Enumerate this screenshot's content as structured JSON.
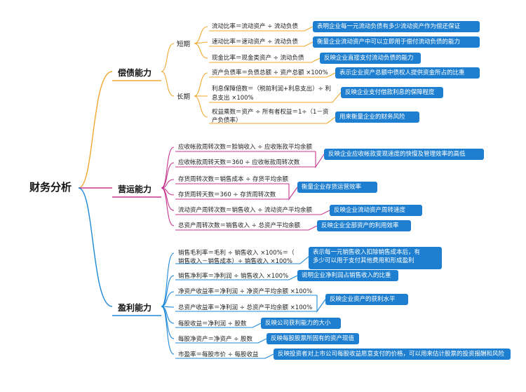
{
  "root": "财务分析",
  "categories": {
    "solvency": "偿债能力",
    "operating": "营运能力",
    "profitability": "盈利能力"
  },
  "subcats": {
    "short": "短期",
    "long": "长期"
  },
  "solvency": {
    "short": [
      {
        "formula": "流动比率＝流动资产 ÷ 流动负债",
        "desc": "表明企业每一元流动负债有多少流动资产作为偿还保证"
      },
      {
        "formula": "速动比率＝速动资产 ÷ 流动负债",
        "desc": "衡量企业流动资产中可以立即用于偿付流动负债的能力"
      },
      {
        "formula": "现金比率＝现金类资产 ÷ 流动负债",
        "desc": "反映企业直接支付流动负债的能力"
      }
    ],
    "long": [
      {
        "formula": "资产负债率＝负债总额 ÷ 资产总额 ×100%",
        "desc": "表示企业资产总额中债权人提供资金所占的比重"
      },
      {
        "formula_l1": "利息保障倍数＝（税前利润+利息支出）÷ 利",
        "formula_l2": "息支出 ×100%",
        "desc": "反映企业支付借款利息的保障程度"
      },
      {
        "formula_l1": "权益乘数＝资产 ÷ 所有者权益＝1÷（1－资",
        "formula_l2": "产负债率）",
        "desc": "用来衡量企业的财务风险"
      }
    ]
  },
  "operating": {
    "items": [
      {
        "formula": "应收帐款周转次数＝赊销收入 ÷ 应收账款平均余额"
      },
      {
        "formula": "应收帐款周转天数＝360 ÷ 应收帐款周转次数"
      },
      {
        "formula": "存货周转次数＝销售成本 ÷ 存货平均余额"
      },
      {
        "formula": "存货周转天数＝360 ÷ 存货周转次数"
      },
      {
        "formula": "流动资产周转次数＝销售收入 ÷ 流动资产平均余额"
      },
      {
        "formula": "总资产周转次数＝销售收入 ÷ 总资产平均余额"
      }
    ],
    "desc1": "反映企业应收帐款变现速度的快慢及管理效率的高低",
    "desc2": "衡量企业存货运营效率",
    "desc3": "反映企业流动资产周转速度",
    "desc4": "反映企业全部资产的利用效率"
  },
  "profitability": {
    "gross_l1": "销售毛利率＝毛利 ÷ 销售收入 ×100%＝（",
    "gross_l2": "销售收入－销售成本）÷ 销售收入 ×100%",
    "gross_desc_l1": "表示每一元销售收入扣除销售成本后，有",
    "gross_desc_l2": "多少可以用于支付其他费用和形成盈利",
    "net_margin": "销售净利率＝净利润 ÷ 销售收入 ×100%",
    "net_margin_desc": "说明企业净利润占销售收入的比重",
    "roe": "净资产收益率＝净利润 ÷ 净资产平均余额 ×100%",
    "roa": "总资产收益率＝净利润 ÷ 总资产平均余额 ×100%",
    "return_desc": "反映企业资产的获利水平",
    "eps": "每股收益＝净利润 ÷ 股数",
    "eps_desc": "反映公司获利能力的大小",
    "bvps": "每股净资产＝净资产 ÷ 股数",
    "bvps_desc": "反映每股股票所固有的资产现值",
    "pe": "市盈率＝每股市价 ÷ 每股收益",
    "pe_desc": "反映投资者对上市公司每股收益愿意支付的价格，可以用来估计股票的投资报酬和风险"
  },
  "colors": {
    "solvency": "#f0a830",
    "operating": "#c8378f",
    "profitability": "#1e88d8",
    "box": "#1e7fd0"
  }
}
